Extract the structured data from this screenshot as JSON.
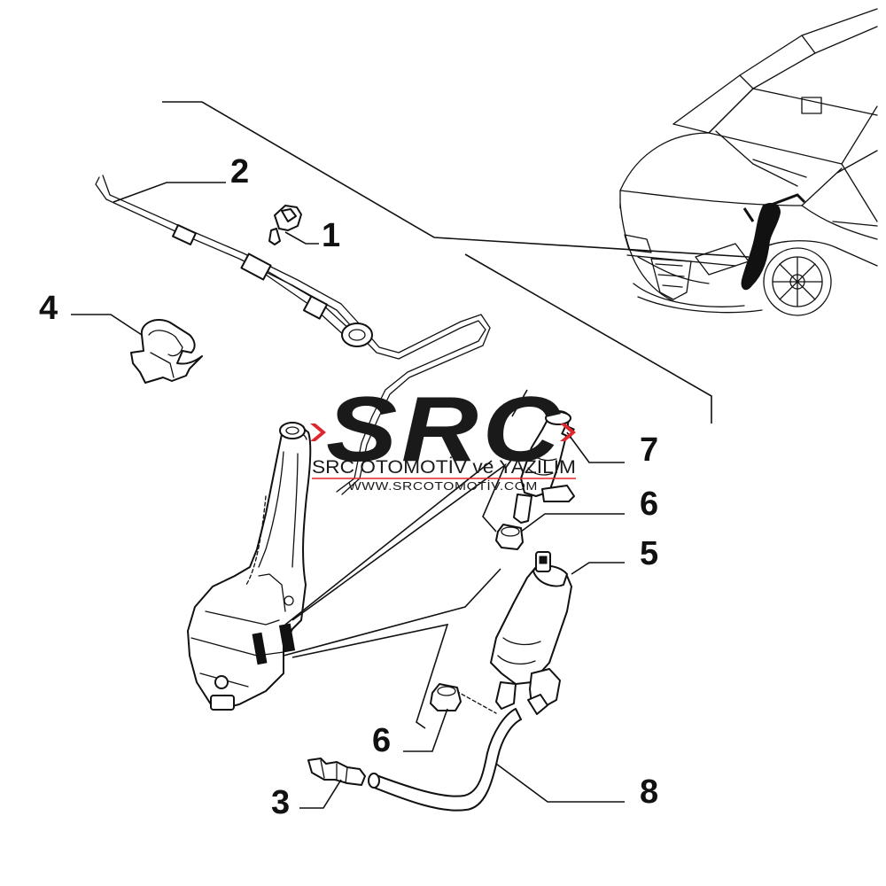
{
  "watermark": {
    "logo_text": "SRC",
    "company": "SRC OTOMOTİV ve YAZILIM",
    "url": "WWW.SRCOTOMOTİV.COM",
    "accent_color": "#e0262c"
  },
  "callouts": [
    {
      "id": "c1",
      "label": "1",
      "part": "spray-nozzle"
    },
    {
      "id": "c2",
      "label": "2",
      "part": "washer-hose-assembly"
    },
    {
      "id": "c3",
      "label": "3",
      "part": "hose-connector"
    },
    {
      "id": "c4",
      "label": "4",
      "part": "hose-clip"
    },
    {
      "id": "c5",
      "label": "5",
      "part": "washer-pump"
    },
    {
      "id": "c6a",
      "label": "6",
      "part": "pump-grommet"
    },
    {
      "id": "c6b",
      "label": "6",
      "part": "pump-grommet"
    },
    {
      "id": "c7",
      "label": "7",
      "part": "washer-pump"
    },
    {
      "id": "c8",
      "label": "8",
      "part": "hose"
    }
  ]
}
